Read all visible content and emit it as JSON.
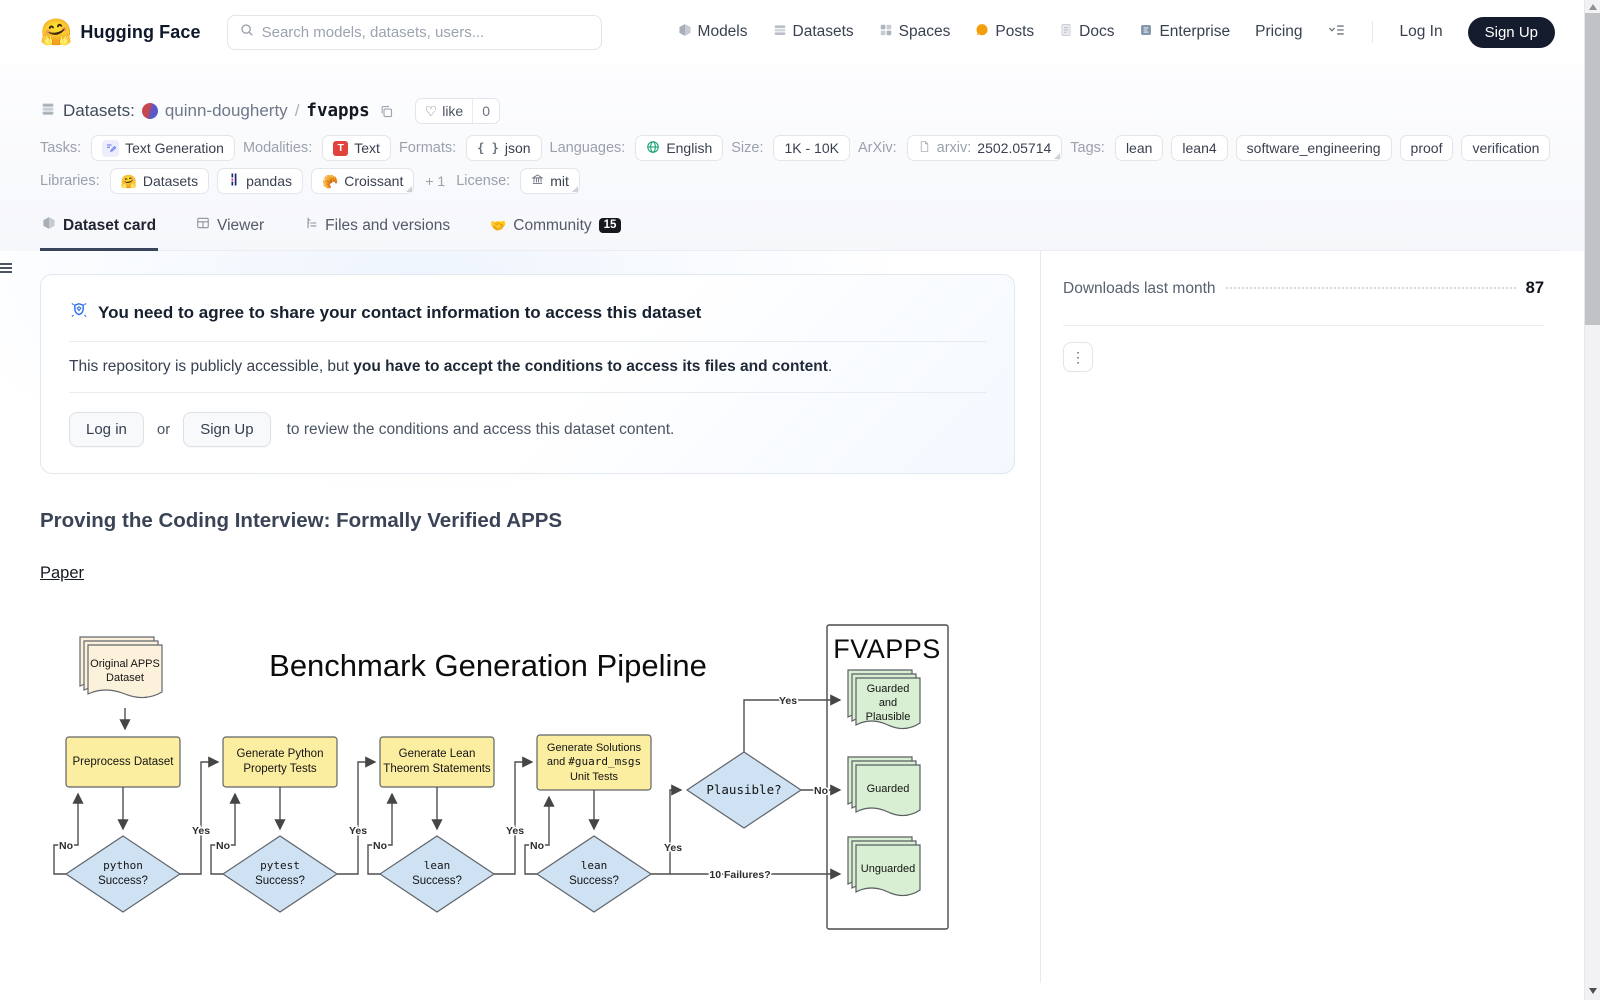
{
  "nav": {
    "logo": "🤗",
    "brand": "Hugging Face",
    "search_placeholder": "Search models, datasets, users...",
    "items": [
      {
        "label": "Models"
      },
      {
        "label": "Datasets"
      },
      {
        "label": "Spaces"
      },
      {
        "label": "Posts"
      },
      {
        "label": "Docs"
      },
      {
        "label": "Enterprise"
      }
    ],
    "pricing": "Pricing",
    "login": "Log In",
    "signup": "Sign Up"
  },
  "repo": {
    "kind_label": "Datasets:",
    "owner": "quinn-dougherty",
    "slash": "/",
    "name": "fvapps",
    "like_label": "like",
    "like_count": "0",
    "heart_icon": "♡"
  },
  "meta": {
    "tasks_label": "Tasks:",
    "task": "Text Generation",
    "modalities_label": "Modalities:",
    "modality": "Text",
    "modality_icon_letter": "T",
    "formats_label": "Formats:",
    "format": "json",
    "format_icon": "{ }",
    "languages_label": "Languages:",
    "language": "English",
    "size_label": "Size:",
    "size": "1K - 10K",
    "arxiv_label": "ArXiv:",
    "arxiv_prefix": "arxiv:",
    "arxiv_id": "2502.05714",
    "tags_label": "Tags:",
    "tags": [
      "lean",
      "lean4",
      "software_engineering",
      "proof",
      "verification"
    ],
    "libraries_label": "Libraries:",
    "lib_datasets": "Datasets",
    "lib_datasets_icon": "🤗",
    "lib_pandas": "pandas",
    "lib_croissant": "Croissant",
    "lib_croissant_icon": "🥐",
    "libraries_more": "+ 1",
    "license_label": "License:",
    "license": "mit"
  },
  "tabs": {
    "dataset_card": "Dataset card",
    "viewer": "Viewer",
    "files": "Files and versions",
    "community": "Community",
    "community_badge": "15",
    "community_icon": "🤝"
  },
  "gate": {
    "title": "You need to agree to share your contact information to access this dataset",
    "body_prefix": "This repository is publicly accessible, but ",
    "body_bold": "you have to accept the conditions to access its files and content",
    "body_suffix": ".",
    "login": "Log in",
    "or": "or",
    "signup": "Sign Up",
    "after": "to review the conditions and access this dataset content."
  },
  "content": {
    "heading": "Proving the Coding Interview: Formally Verified APPS",
    "paper_link": "Paper"
  },
  "sidebar": {
    "downloads_label": "Downloads last month",
    "downloads": "87",
    "more_icon": "⋮"
  },
  "diagram": {
    "title": "Benchmark Generation Pipeline",
    "source": "Original APPS Dataset",
    "box1": "Preprocess Dataset",
    "box2": "Generate Python Property Tests",
    "box3": "Generate Lean Theorem Statements",
    "box4_l1": "Generate Solutions",
    "box4_l2a": "and ",
    "box4_mono": "#guard_msgs",
    "box4_l3": "Unit Tests",
    "d1": "python",
    "d2": "pytest",
    "d3": "lean",
    "d4": "lean",
    "success": "Success?",
    "plausible": "Plausible?",
    "yes": "Yes",
    "no": "No",
    "failures": "10 Failures?",
    "fvapps": "FVAPPS",
    "out1": "Guarded and Plausible",
    "out2": "Guarded",
    "out3": "Unguarded"
  },
  "colors": {
    "signup_dark": "#141c2e",
    "posts_orange": "#f59e0b",
    "gate_blue": "#2f6feb",
    "box_yellow": "#fbeea1",
    "diamond_blue": "#cfe2f3",
    "doc_cream": "#fcf1da",
    "doc_green": "#d8efd3",
    "modality_red": "#e0423c",
    "task_indigo": "#6366f1",
    "language_green": "#0d9f6e"
  }
}
